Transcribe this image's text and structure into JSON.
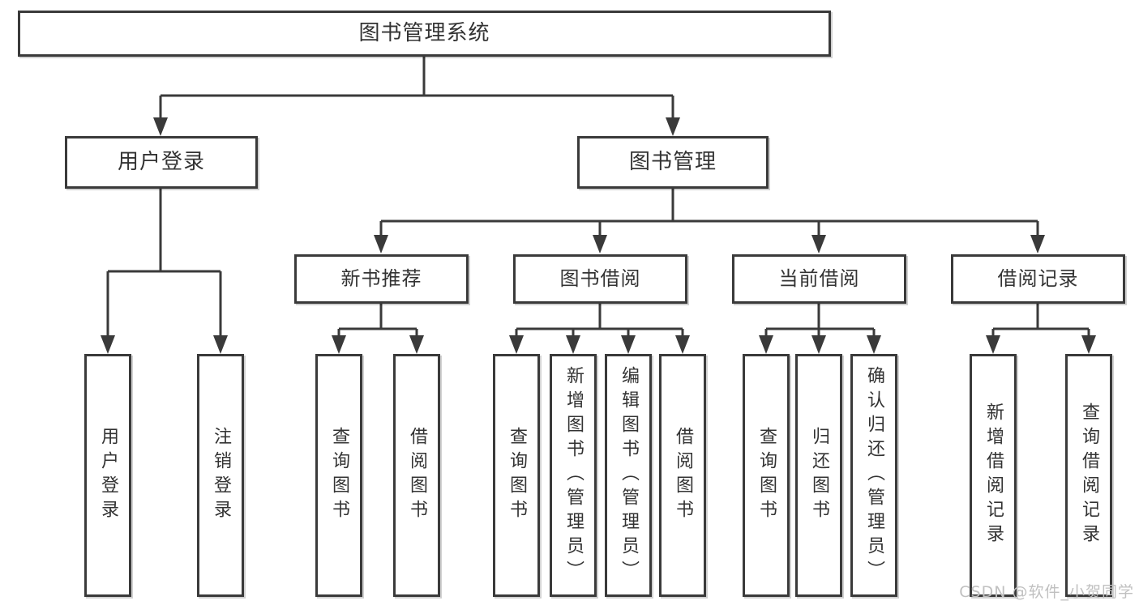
{
  "diagram": {
    "root": {
      "label": "图书管理系统"
    },
    "user_login": {
      "label": "用户登录",
      "children": [
        {
          "label": "用户登录"
        },
        {
          "label": "注销登录"
        }
      ]
    },
    "book_mgmt": {
      "label": "图书管理",
      "new_book_rec": {
        "label": "新书推荐",
        "children": [
          {
            "label": "查询图书"
          },
          {
            "label": "借阅图书"
          }
        ]
      },
      "book_borrow": {
        "label": "图书借阅",
        "children": [
          {
            "label": "查询图书"
          },
          {
            "label": "新增图书（管理员）"
          },
          {
            "label": "编辑图书（管理员）"
          },
          {
            "label": "借阅图书"
          }
        ]
      },
      "current_borrow": {
        "label": "当前借阅",
        "children": [
          {
            "label": "查询图书"
          },
          {
            "label": "归还图书"
          },
          {
            "label": "确认归还（管理员）"
          }
        ]
      },
      "borrow_record": {
        "label": "借阅记录",
        "children": [
          {
            "label": "新增借阅记录"
          },
          {
            "label": "查询借阅记录"
          }
        ]
      }
    },
    "colors": {
      "line": "#3a3a3a",
      "text": "#333333",
      "box_bg": "#ffffff"
    }
  },
  "watermark": {
    "text": "CSDN @软件_小贺同学",
    "color": "#c0c0c0"
  }
}
